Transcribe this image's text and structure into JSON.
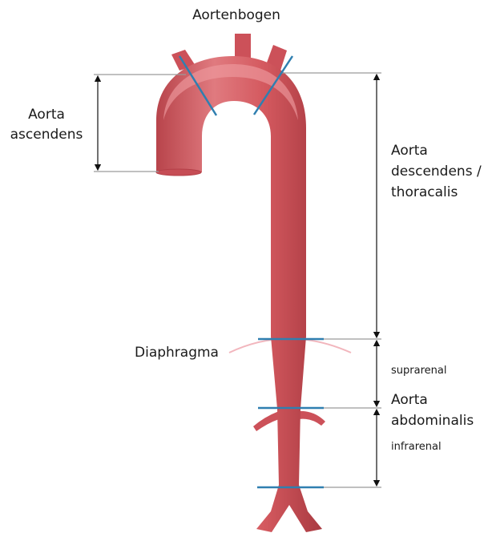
{
  "labels": {
    "arch": "Aortenbogen",
    "ascendens_line1": "Aorta",
    "ascendens_line2": "ascendens",
    "descendens_line1": "Aorta",
    "descendens_line2": "descendens /",
    "descendens_line3": "thoracalis",
    "diaphragma": "Diaphragma",
    "suprarenal": "suprarenal",
    "abdominalis_line1": "Aorta",
    "abdominalis_line2": "abdominalis",
    "infrarenal": "infrarenal"
  },
  "colors": {
    "vessel": "#d4595f",
    "vessel_dark": "#b8444b",
    "vessel_light": "#e8868a",
    "marker_blue": "#2f7fb0",
    "guide_line": "#9a9a9a",
    "diaphragm": "#f2b6bd",
    "arrow": "#111111"
  }
}
